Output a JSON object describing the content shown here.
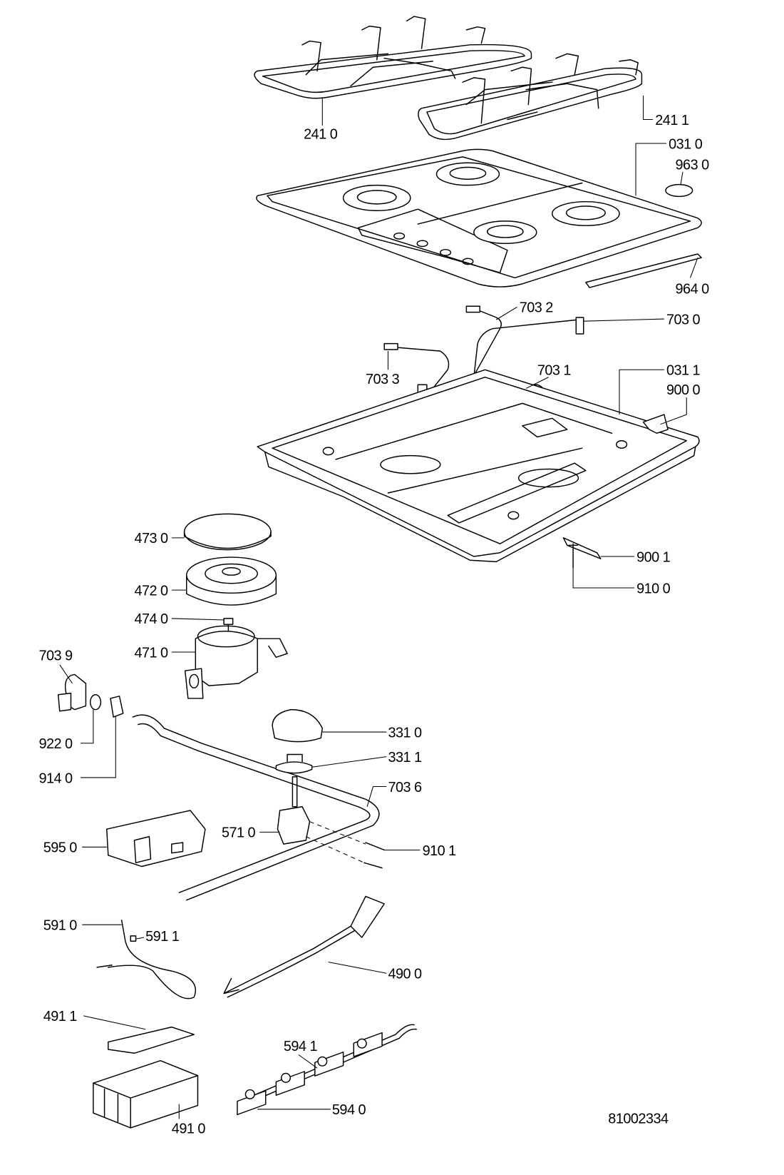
{
  "diagram_number": "81002334",
  "labels": {
    "l2410": "241 0",
    "l2411": "241 1",
    "l0310": "031 0",
    "l9630": "963 0",
    "l9640": "964 0",
    "l7032": "703 2",
    "l7030": "703 0",
    "l7033": "703 3",
    "l7031": "703 1",
    "l0311": "031 1",
    "l9000": "900 0",
    "l4730": "473 0",
    "l4720": "472 0",
    "l4740": "474 0",
    "l4710": "471 0",
    "l7039": "703 9",
    "l9220": "922 0",
    "l9140": "914 0",
    "l3310": "331 0",
    "l3311": "331 1",
    "l7036": "703 6",
    "l5950": "595 0",
    "l5710": "571 0",
    "l9101": "910 1",
    "l9001": "900 1",
    "l9100": "910 0",
    "l5910": "591 0",
    "l5911": "591 1",
    "l4900": "490 0",
    "l4911": "491 1",
    "l5941": "594 1",
    "l4910": "491 0",
    "l5940": "594 0"
  }
}
